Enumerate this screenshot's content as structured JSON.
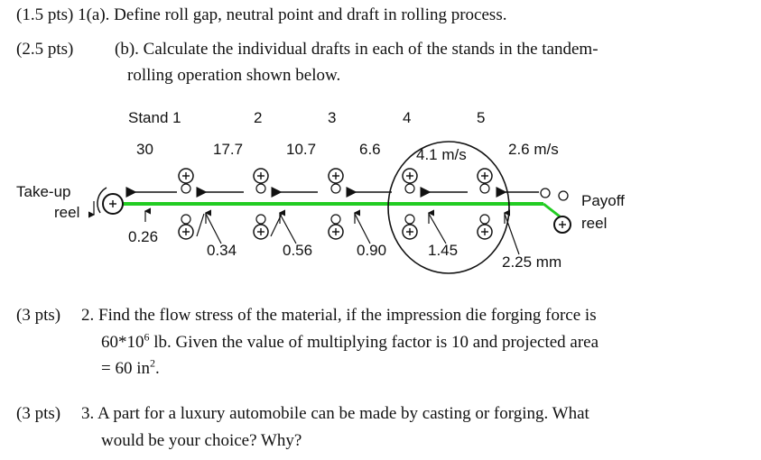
{
  "q1a": {
    "points": "(1.5 pts)",
    "text": "1(a). Define roll gap, neutral point and draft in rolling process."
  },
  "q1b": {
    "points": "(2.5 pts)",
    "line1": "(b). Calculate the individual drafts in each of the stands in the tandem-",
    "line2": "rolling operation shown below."
  },
  "figure": {
    "stand_labels": [
      "Stand 1",
      "2",
      "3",
      "4",
      "5"
    ],
    "speeds": [
      "30",
      "17.7",
      "10.7",
      "6.6",
      "4.1 m/s",
      "2.6 m/s"
    ],
    "thicknesses": [
      "0.26",
      "0.34",
      "0.56",
      "0.90",
      "1.45",
      "2.25 mm"
    ],
    "takeup_label": [
      "Take-up",
      "reel"
    ],
    "payoff_label": [
      "Payoff",
      "reel"
    ],
    "roll_symbol": "+",
    "strip_color": "#22cc22"
  },
  "q2": {
    "points": "(3 pts)",
    "line1": "2. Find the flow stress of the material, if the impression die forging force is",
    "line2_a": "60*10",
    "line2_sup": "6",
    "line2_b": " lb. Given the value of multiplying factor is 10 and projected area",
    "line3_a": "= 60 in",
    "line3_sup": "2",
    "line3_b": "."
  },
  "q3": {
    "points": "(3 pts)",
    "line1": "3. A part for a luxury automobile can be made by casting or forging. What",
    "line2": "would be your choice? Why?"
  }
}
